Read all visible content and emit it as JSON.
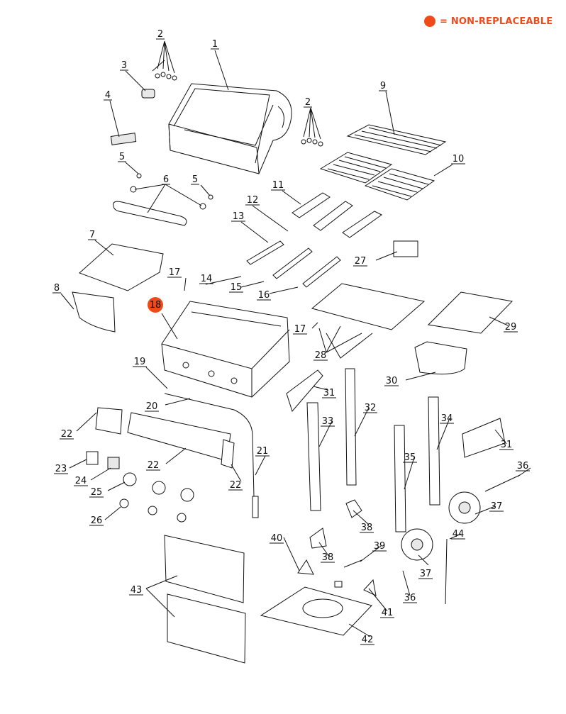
{
  "legend": {
    "text": "= NON-REPLACEABLE",
    "color": "#f04a1a"
  },
  "non_replaceable_part": "18",
  "callouts": [
    {
      "id": "c1",
      "label": "1"
    },
    {
      "id": "c2a",
      "label": "2"
    },
    {
      "id": "c2b",
      "label": "2"
    },
    {
      "id": "c3",
      "label": "3"
    },
    {
      "id": "c4",
      "label": "4"
    },
    {
      "id": "c5a",
      "label": "5"
    },
    {
      "id": "c5b",
      "label": "5"
    },
    {
      "id": "c6",
      "label": "6"
    },
    {
      "id": "c7",
      "label": "7"
    },
    {
      "id": "c8",
      "label": "8"
    },
    {
      "id": "c9",
      "label": "9"
    },
    {
      "id": "c10",
      "label": "10"
    },
    {
      "id": "c11",
      "label": "11"
    },
    {
      "id": "c12",
      "label": "12"
    },
    {
      "id": "c13",
      "label": "13"
    },
    {
      "id": "c14",
      "label": "14"
    },
    {
      "id": "c15",
      "label": "15"
    },
    {
      "id": "c16",
      "label": "16"
    },
    {
      "id": "c17a",
      "label": "17"
    },
    {
      "id": "c17b",
      "label": "17"
    },
    {
      "id": "c18",
      "label": "18"
    },
    {
      "id": "c19",
      "label": "19"
    },
    {
      "id": "c20",
      "label": "20"
    },
    {
      "id": "c21",
      "label": "21"
    },
    {
      "id": "c22a",
      "label": "22"
    },
    {
      "id": "c22b",
      "label": "22"
    },
    {
      "id": "c22c",
      "label": "22"
    },
    {
      "id": "c23",
      "label": "23"
    },
    {
      "id": "c24",
      "label": "24"
    },
    {
      "id": "c25",
      "label": "25"
    },
    {
      "id": "c26",
      "label": "26"
    },
    {
      "id": "c27",
      "label": "27"
    },
    {
      "id": "c28",
      "label": "28"
    },
    {
      "id": "c29",
      "label": "29"
    },
    {
      "id": "c30",
      "label": "30"
    },
    {
      "id": "c31a",
      "label": "31"
    },
    {
      "id": "c31b",
      "label": "31"
    },
    {
      "id": "c32",
      "label": "32"
    },
    {
      "id": "c33",
      "label": "33"
    },
    {
      "id": "c34",
      "label": "34"
    },
    {
      "id": "c35",
      "label": "35"
    },
    {
      "id": "c36a",
      "label": "36"
    },
    {
      "id": "c36b",
      "label": "36"
    },
    {
      "id": "c37a",
      "label": "37"
    },
    {
      "id": "c37b",
      "label": "37"
    },
    {
      "id": "c38a",
      "label": "38"
    },
    {
      "id": "c38b",
      "label": "38"
    },
    {
      "id": "c39",
      "label": "39"
    },
    {
      "id": "c40",
      "label": "40"
    },
    {
      "id": "c41",
      "label": "41"
    },
    {
      "id": "c42",
      "label": "42"
    },
    {
      "id": "c43",
      "label": "43"
    },
    {
      "id": "c44",
      "label": "44"
    }
  ]
}
